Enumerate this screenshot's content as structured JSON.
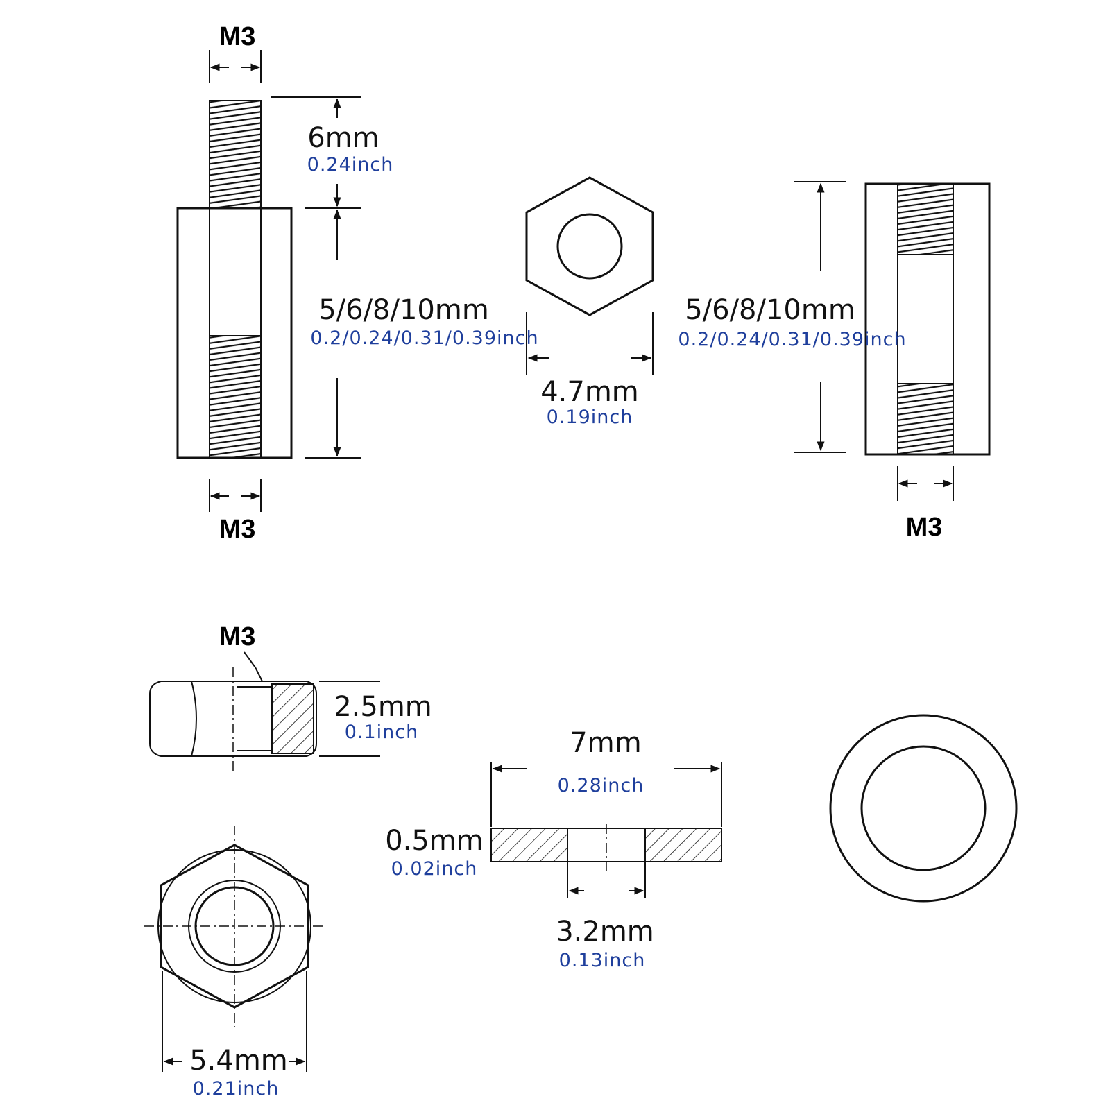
{
  "labels": {
    "m3_top": "M3",
    "m3_bottom_left": "M3",
    "m3_right": "M3",
    "m3_nut": "M3",
    "thread_length_mm": "6mm",
    "thread_length_inch": "0.24inch",
    "body_length_left_mm": "5/6/8/10mm",
    "body_length_left_inch": "0.2/0.24/0.31/0.39inch",
    "body_length_right_mm": "5/6/8/10mm",
    "body_length_right_inch": "0.2/0.24/0.31/0.39inch",
    "hex_width_mm": "4.7mm",
    "hex_width_inch": "0.19inch",
    "nut_height_mm": "2.5mm",
    "nut_height_inch": "0.1inch",
    "nut_width_mm": "5.4mm",
    "nut_width_inch": "0.21inch",
    "washer_outer_mm": "7mm",
    "washer_outer_inch": "0.28inch",
    "washer_thickness_mm": "0.5mm",
    "washer_thickness_inch": "0.02inch",
    "washer_inner_mm": "3.2mm",
    "washer_inner_inch": "0.13inch"
  },
  "colors": {
    "line": "#111111",
    "inch_text": "#1f3f9c"
  }
}
